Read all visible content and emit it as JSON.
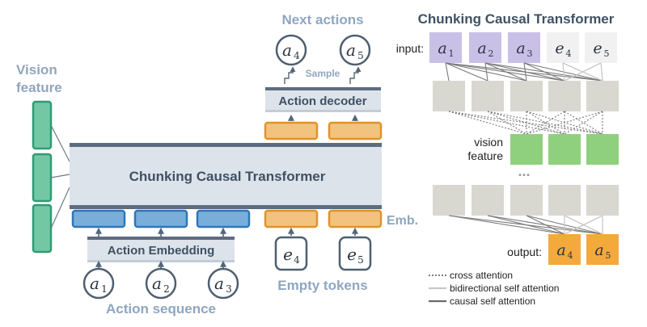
{
  "left": {
    "vision_feature": [
      "Vision",
      "feature"
    ],
    "next_actions": "Next actions",
    "sample": "Sample",
    "action_decoder": "Action decoder",
    "transformer": "Chunking Causal Transformer",
    "emb": "Emb.",
    "action_embedding": "Action Embedding",
    "action_sequence": "Action sequence",
    "empty_tokens": "Empty tokens",
    "actions_in": [
      {
        "base": "a",
        "sub": "1"
      },
      {
        "base": "a",
        "sub": "2"
      },
      {
        "base": "a",
        "sub": "3"
      }
    ],
    "empty_in": [
      {
        "base": "e",
        "sub": "4"
      },
      {
        "base": "e",
        "sub": "5"
      }
    ],
    "actions_out": [
      {
        "base": "a",
        "sub": "4"
      },
      {
        "base": "a",
        "sub": "5"
      }
    ]
  },
  "right": {
    "title": "Chunking Causal Transformer",
    "input_label": "input:",
    "inputs": [
      {
        "base": "a",
        "sub": "1"
      },
      {
        "base": "a",
        "sub": "2"
      },
      {
        "base": "a",
        "sub": "3"
      },
      {
        "base": "e",
        "sub": "4"
      },
      {
        "base": "e",
        "sub": "5"
      }
    ],
    "vision_feature": [
      "vision",
      "feature"
    ],
    "ellipsis": "...",
    "output_label": "output:",
    "outputs": [
      {
        "base": "a",
        "sub": "4"
      },
      {
        "base": "a",
        "sub": "5"
      }
    ],
    "legend": [
      {
        "label": "cross attention",
        "style": "dotted"
      },
      {
        "label": "bidirectional self attention",
        "style": "light"
      },
      {
        "label": "causal self attention",
        "style": "dark"
      }
    ]
  },
  "colors": {
    "teal": "#2f9b74",
    "teal_fill": "#74c7a5",
    "blue_block": "#79aedb",
    "blue_border": "#2f76b8",
    "orange_block": "#f4c27f",
    "orange_border": "#e09329",
    "transformer_fill": "#dde3ea",
    "bar": "#5d6c7f",
    "purple": "#c9c0e8",
    "green": "#8fd07f",
    "orange_out": "#f4a93c",
    "grey_block": "#d8d8d0",
    "light_token": "#f1f1f1"
  }
}
